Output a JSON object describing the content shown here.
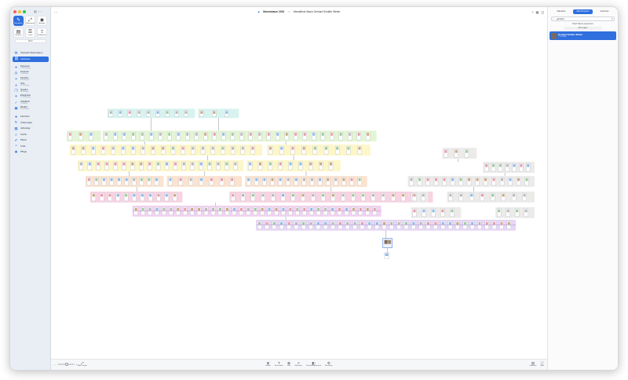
{
  "window": {
    "title": "Stammbaum 2026",
    "subtitle": "Interaktiver Baum Gerhard Schäfer Weber"
  },
  "sidebar": {
    "modes": [
      {
        "label": "Bearbeiten",
        "icon": "pencil-icon",
        "active": true
      },
      {
        "label": "Diagramme",
        "icon": "expand-icon",
        "active": false
      },
      {
        "label": "Anzeige",
        "icon": "eye-icon",
        "active": false
      },
      {
        "label": "Berichte",
        "icon": "book-icon",
        "active": false
      },
      {
        "label": "Listen",
        "icon": "list-icon",
        "active": false
      },
      {
        "label": "Publizieren",
        "icon": "upload-icon",
        "active": false
      }
    ],
    "more_label": "Mehr",
    "nav": [
      {
        "label": "Übersicht Stammbaum",
        "sub": "",
        "icon": "tree-icon",
        "active": false
      },
      {
        "label": "Verbinden",
        "sub": "",
        "icon": "link-icon",
        "active": true
      },
      {
        "label": "Personen",
        "sub": "1.284 Einträge",
        "icon": "person-icon",
        "active": false
      },
      {
        "label": "Gruppen",
        "sub": "12 Einträge",
        "icon": "group-icon",
        "active": false
      },
      {
        "label": "Familien",
        "sub": "436 Einträge",
        "icon": "family-icon",
        "active": false
      },
      {
        "label": "Orte",
        "sub": "218 Einträge",
        "icon": "pin-icon",
        "active": false
      },
      {
        "label": "Quellen",
        "sub": "64 Einträge",
        "icon": "source-icon",
        "active": false
      },
      {
        "label": "Ereignisse",
        "sub": "2.032 Einträge",
        "icon": "event-icon",
        "active": false
      },
      {
        "label": "Aufgaben",
        "sub": "9 Einträge",
        "icon": "task-icon",
        "active": false
      },
      {
        "label": "Medien",
        "sub": "340 Einträge",
        "icon": "media-icon",
        "active": false
      },
      {
        "label": "Favoriten",
        "sub": "",
        "icon": "star-icon",
        "active": false
      },
      {
        "label": "Änderungen",
        "sub": "",
        "icon": "changes-icon",
        "active": false
      },
      {
        "label": "Jahrestag",
        "sub": "",
        "icon": "calendar-icon",
        "active": false
      },
      {
        "label": "Suche",
        "sub": "",
        "icon": "search-icon",
        "active": false
      },
      {
        "label": "Plausi",
        "sub": "",
        "icon": "check-icon",
        "active": false
      },
      {
        "label": "Tools",
        "sub": "",
        "icon": "wrench-icon",
        "active": false
      },
      {
        "label": "Pflege",
        "sub": "",
        "icon": "broom-icon",
        "active": false
      }
    ]
  },
  "toolbar": {
    "right_icons": [
      "help-icon",
      "grid-icon",
      "split-icon"
    ]
  },
  "bottombar": {
    "fit_label": "Alles zeigen",
    "tools": [
      {
        "label": "Stellen",
        "icon": "pin-tool-icon"
      },
      {
        "label": "Beschriften",
        "icon": "text-tool-icon"
      },
      {
        "label": "Stile",
        "icon": "style-tool-icon"
      },
      {
        "label": "Verbinden",
        "icon": "connect-tool-icon"
      },
      {
        "label": "Darstellungsansicht",
        "icon": "view-tool-icon"
      },
      {
        "label": "Einrichten",
        "icon": "setup-tool-icon"
      }
    ],
    "right_tools": [
      {
        "label": "Optionen",
        "icon": "options-icon"
      },
      {
        "label": "Hilfe",
        "icon": "info-icon"
      }
    ]
  },
  "right_panel": {
    "tabs": [
      {
        "label": "Startseite",
        "active": false
      },
      {
        "label": "Alle Personen",
        "active": true
      },
      {
        "label": "Favoriten",
        "active": false
      }
    ],
    "search_value": "gerhard",
    "filter_label": "Nach Name gruppieren",
    "all_button": "Alle zeigen",
    "result": {
      "name": "Gerhard Schäfer Weber",
      "date": "* 1.2.1968"
    }
  },
  "colors": {
    "accent": "#2f6fde",
    "band_cyan": "#d7f3ef",
    "band_green": "#e4f5d5",
    "band_yellow": "#fdf6c8",
    "band_orange": "#fbe3cf",
    "band_pink": "#f8d3e2",
    "band_magenta": "#f3d2f2",
    "band_purple": "#e7d6f6",
    "band_gray": "#ecebea"
  }
}
